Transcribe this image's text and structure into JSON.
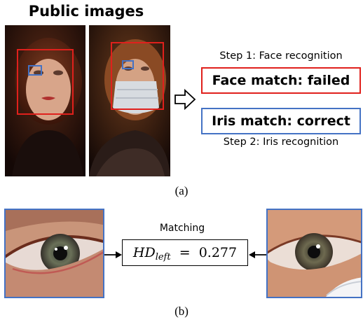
{
  "header": {
    "title": "Public images"
  },
  "steps": {
    "step1_label": "Step 1: Face recognition",
    "step2_label": "Step 2: Iris recognition",
    "face_result": "Face match: failed",
    "iris_result": "Iris match: correct"
  },
  "captions": {
    "a": "(a)",
    "b": "(b)"
  },
  "matching": {
    "label": "Matching",
    "hd_var": "HD",
    "hd_subscript": "left",
    "equals": "=",
    "hd_value": "0.277"
  },
  "colors": {
    "face_box": "#e0201c",
    "iris_box": "#4472c4",
    "face_result_border": "#e0201c",
    "iris_result_border": "#4472c4"
  },
  "icons": {
    "arrow": "hollow-right-arrow-icon",
    "connector": "filled-arrowhead-icon"
  }
}
